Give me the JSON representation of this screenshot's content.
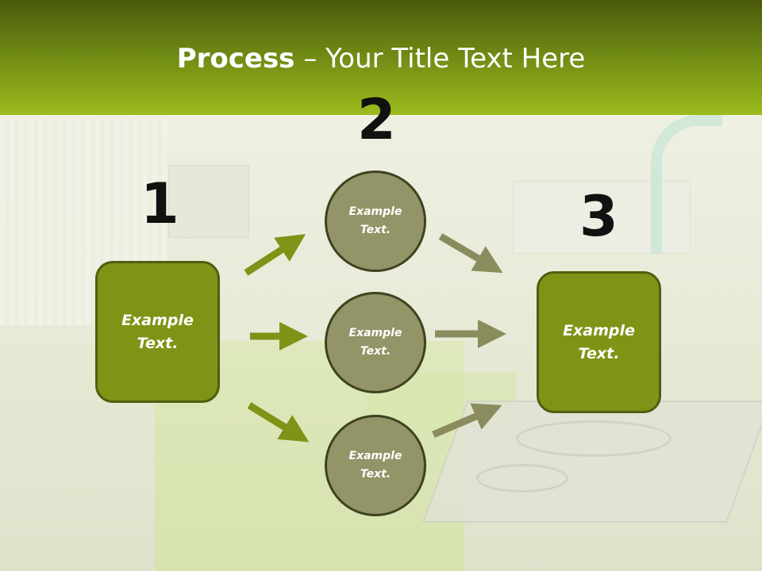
{
  "title": {
    "bold": "Process",
    "rest": " – Your Title Text Here"
  },
  "steps": {
    "one": "1",
    "two": "2",
    "three": "3"
  },
  "boxes": {
    "left": "Example Text.",
    "right": "Example Text."
  },
  "circles": {
    "top": "Example Text.",
    "middle": "Example Text.",
    "bottom": "Example Text."
  },
  "colors": {
    "header_dark": "#4a5a0c",
    "header_light": "#9cbc1c",
    "box_fill": "#7f9316",
    "circle_fill": "#939467",
    "arrow_left_color": "#7f9316",
    "arrow_right_color": "#8a8c5e"
  }
}
